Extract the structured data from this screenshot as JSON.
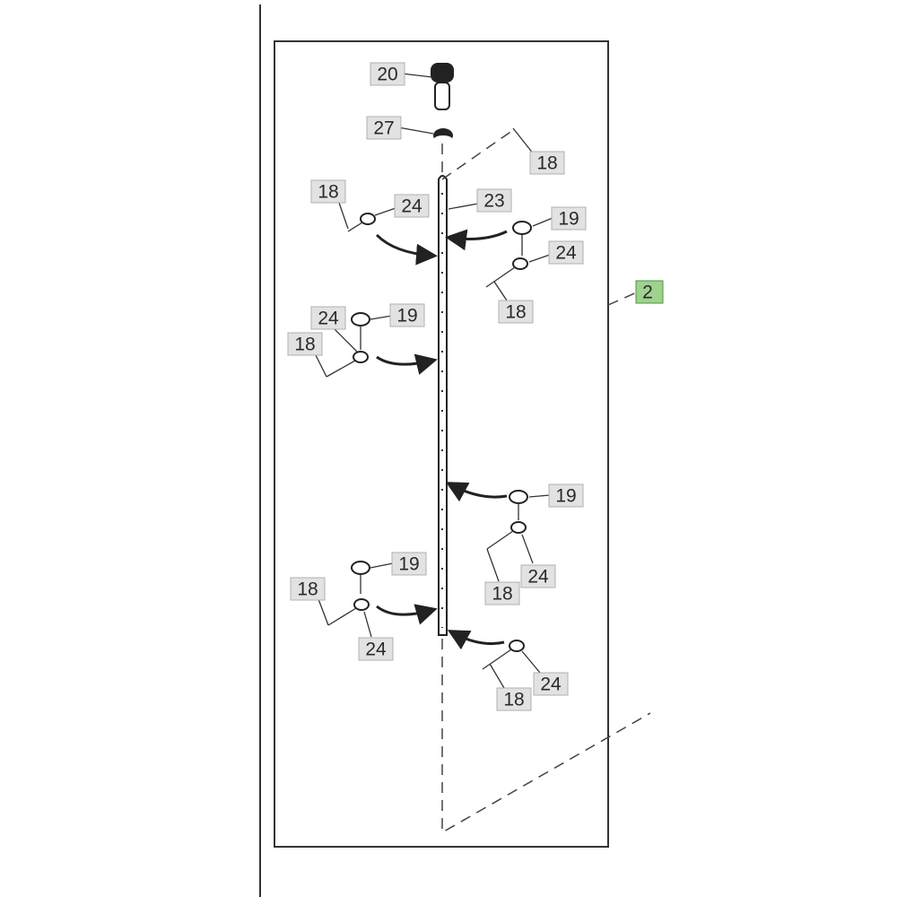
{
  "diagram": {
    "callouts": [
      {
        "id": "c20",
        "label": "20"
      },
      {
        "id": "c27",
        "label": "27"
      },
      {
        "id": "c18a",
        "label": "18"
      },
      {
        "id": "c18b",
        "label": "18"
      },
      {
        "id": "c24a",
        "label": "24"
      },
      {
        "id": "c23",
        "label": "23"
      },
      {
        "id": "c19a",
        "label": "19"
      },
      {
        "id": "c24b",
        "label": "24"
      },
      {
        "id": "c18c",
        "label": "18"
      },
      {
        "id": "c2",
        "label": "2"
      },
      {
        "id": "c24c",
        "label": "24"
      },
      {
        "id": "c19b",
        "label": "19"
      },
      {
        "id": "c18d",
        "label": "18"
      },
      {
        "id": "c19c",
        "label": "19"
      },
      {
        "id": "c24d",
        "label": "24"
      },
      {
        "id": "c18e",
        "label": "18"
      },
      {
        "id": "c19d",
        "label": "19"
      },
      {
        "id": "c18f",
        "label": "18"
      },
      {
        "id": "c24e",
        "label": "24"
      },
      {
        "id": "c24f",
        "label": "24"
      },
      {
        "id": "c18g",
        "label": "18"
      }
    ],
    "colors": {
      "callout_fill": "#e2e2e2",
      "highlight": "#9fd28f"
    }
  }
}
